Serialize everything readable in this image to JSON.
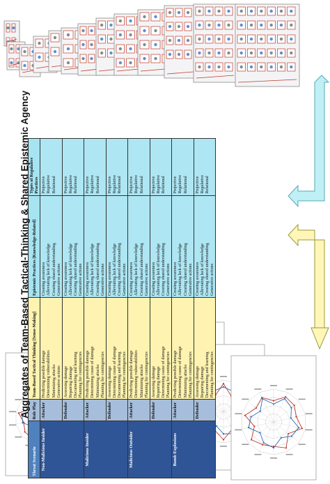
{
  "title": "Aggregates of Team-Based Tactical-Thinking  & Shared Epistemic Agency",
  "table": {
    "headers": {
      "threat": "Threat Scenario",
      "role": "Role Play",
      "tactical": "Team-Based Tactical Thinking [Sense-Making]",
      "epistemic": "Epistemic Practices [Knowledge-Related]",
      "types": "Types of Regulative Practices"
    },
    "scenarios": [
      {
        "name": "Non-Malicious Insider",
        "roles": [
          {
            "role": "Attacker",
            "tactical": [
              "Predicting possible damage",
              "Determining vulnerabilities",
              "Minimizing attacks",
              "Generative actions"
            ],
            "epistemic": [
              "Creating awareness",
              "Alleviating lack of knowledge",
              "Creating shared understanding",
              "Generative actions"
            ],
            "types": [
              "Projective",
              "Regulative",
              "Relational"
            ]
          },
          {
            "role": "Defender",
            "tactical": [
              "Assessing damage",
              "Repairing damage",
              "Documenting and learning",
              "Planning for contingencies"
            ],
            "epistemic": [
              "Creating awareness",
              "Alleviating lack of knowledge",
              "Creating shared understanding",
              "Generative actions"
            ],
            "types": [
              "Projective",
              "Regulative",
              "Relational"
            ]
          }
        ]
      },
      {
        "name": "Malicious Insider",
        "roles": [
          {
            "role": "Attacker",
            "tactical": [
              "Predicting possible damage",
              "Determining cause of damage",
              "Minimizing attacks",
              "Planning for contingencies"
            ],
            "epistemic": [
              "Creating awareness",
              "Alleviating lack of knowledge",
              "Creating shared understanding",
              "Generative actions"
            ],
            "types": [
              "Projective",
              "Regulative",
              "Relational"
            ]
          },
          {
            "role": "Defender",
            "tactical": [
              "Assessing damage",
              "Determining cause of damage",
              "Documenting and learning",
              "Planning for contingencies"
            ],
            "epistemic": [
              "Creating awareness",
              "Alleviating lack of knowledge",
              "Creating shared understanding",
              "Generative actions"
            ],
            "types": [
              "Projective",
              "Regulative",
              "Relational"
            ]
          }
        ]
      },
      {
        "name": "Malicious Outsider",
        "roles": [
          {
            "role": "Attacker",
            "tactical": [
              "Predicting possible damage",
              "Determining vulnerabilities",
              "Minimizing attacks",
              "Planning for contingencies"
            ],
            "epistemic": [
              "Creating awareness",
              "Alleviating lack of knowledge",
              "Creating shared understanding",
              "Generative actions"
            ],
            "types": [
              "Projective",
              "Regulative",
              "Relational"
            ]
          },
          {
            "role": "Defender",
            "tactical": [
              "Assessing damage",
              "Repairing damage",
              "Determining cause of damage",
              "Planning for contingencies"
            ],
            "epistemic": [
              "Creating awareness",
              "Alleviating lack of knowledge",
              "Creating shared understanding",
              "Generative actions"
            ],
            "types": [
              "Projective",
              "Regulative",
              "Relational"
            ]
          }
        ]
      },
      {
        "name": "Bomb Explosions",
        "roles": [
          {
            "role": "Attacker",
            "tactical": [
              "Predicting possible damage",
              "Determining cause of damage",
              "Minimizing attacks",
              "Planning for contingencies"
            ],
            "epistemic": [
              "Creating awareness",
              "Alleviating lack of knowledge",
              "Creating shared understanding",
              "Generative actions"
            ],
            "types": [
              "Projective",
              "Regulative",
              "Relational"
            ]
          },
          {
            "role": "Defender",
            "tactical": [
              "Assessing damage",
              "Repairing damage",
              "Documenting and learning",
              "Planning for contingencies"
            ],
            "epistemic": [
              "Creating awareness",
              "Alleviating lack of knowledge",
              "Creating shared understanding",
              "Generative actions"
            ],
            "types": [
              "Projective",
              "Regulative",
              "Relational"
            ]
          }
        ]
      }
    ]
  },
  "colors": {
    "threat_header": "#4f81bd",
    "threat_cell": "#2f5597",
    "role": "#a6bedb",
    "tactical": "#fef3b0",
    "epistemic": "#aee6f3",
    "arrow_yellow": "#fff6b8",
    "arrow_cyan": "#bff0f6",
    "radar_series_red": "#c0392b",
    "radar_series_blue": "#2e6db4"
  }
}
